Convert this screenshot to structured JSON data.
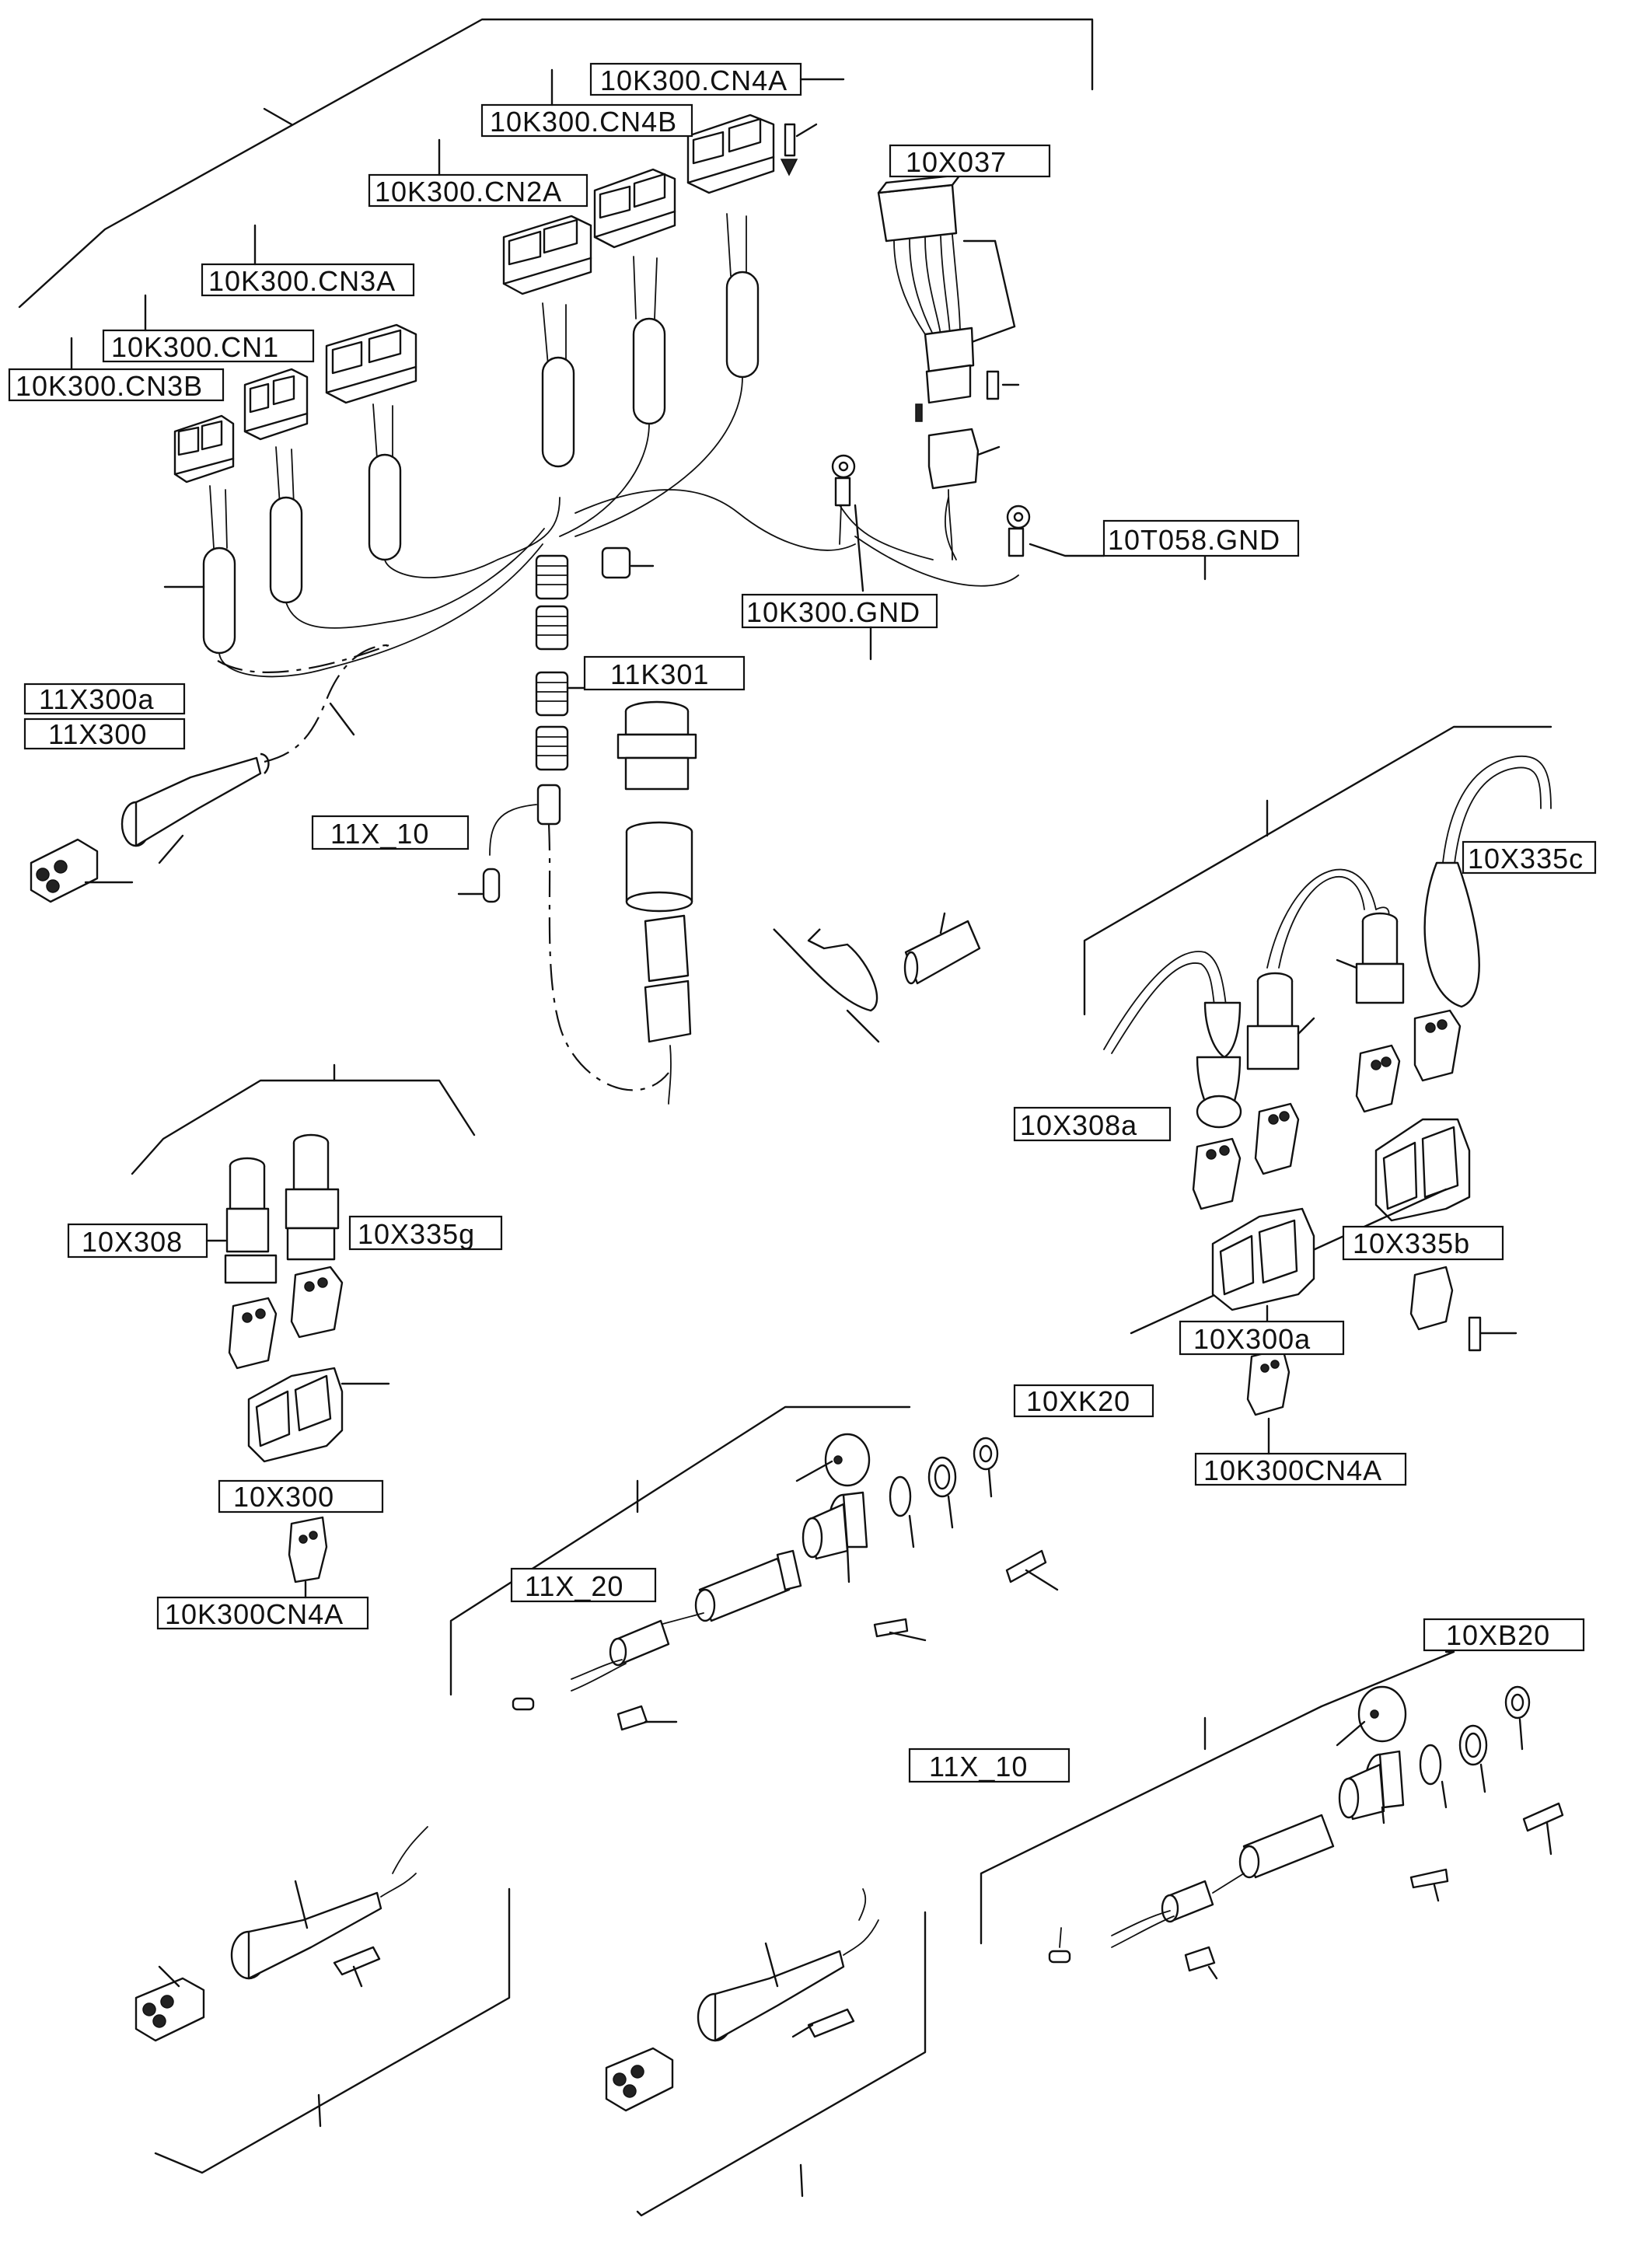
{
  "labels": {
    "cn4a": "10K300.CN4A",
    "cn4b": "10K300.CN4B",
    "cn2a": "10K300.CN2A",
    "cn3a": "10K300.CN3A",
    "cn1": "10K300.CN1",
    "cn3b": "10K300.CN3B",
    "x037": "10X037",
    "t058gnd": "10T058.GND",
    "k300gnd": "10K300.GND",
    "k301": "11K301",
    "x300a_11": "11X300a",
    "x300_11": "11X300",
    "x_10_a": "11X_10",
    "x335c": "10X335c",
    "x308a": "10X308a",
    "x335b": "10X335b",
    "x300a_10": "10X300a",
    "k300cn4a_right": "10K300CN4A",
    "x308": "10X308",
    "x335g": "10X335g",
    "x300_10": "10X300",
    "k300cn4a_left": "10K300CN4A",
    "xk20": "10XK20",
    "x_20": "11X_20",
    "xb20": "10XB20",
    "x_10_b": "11X_10"
  }
}
